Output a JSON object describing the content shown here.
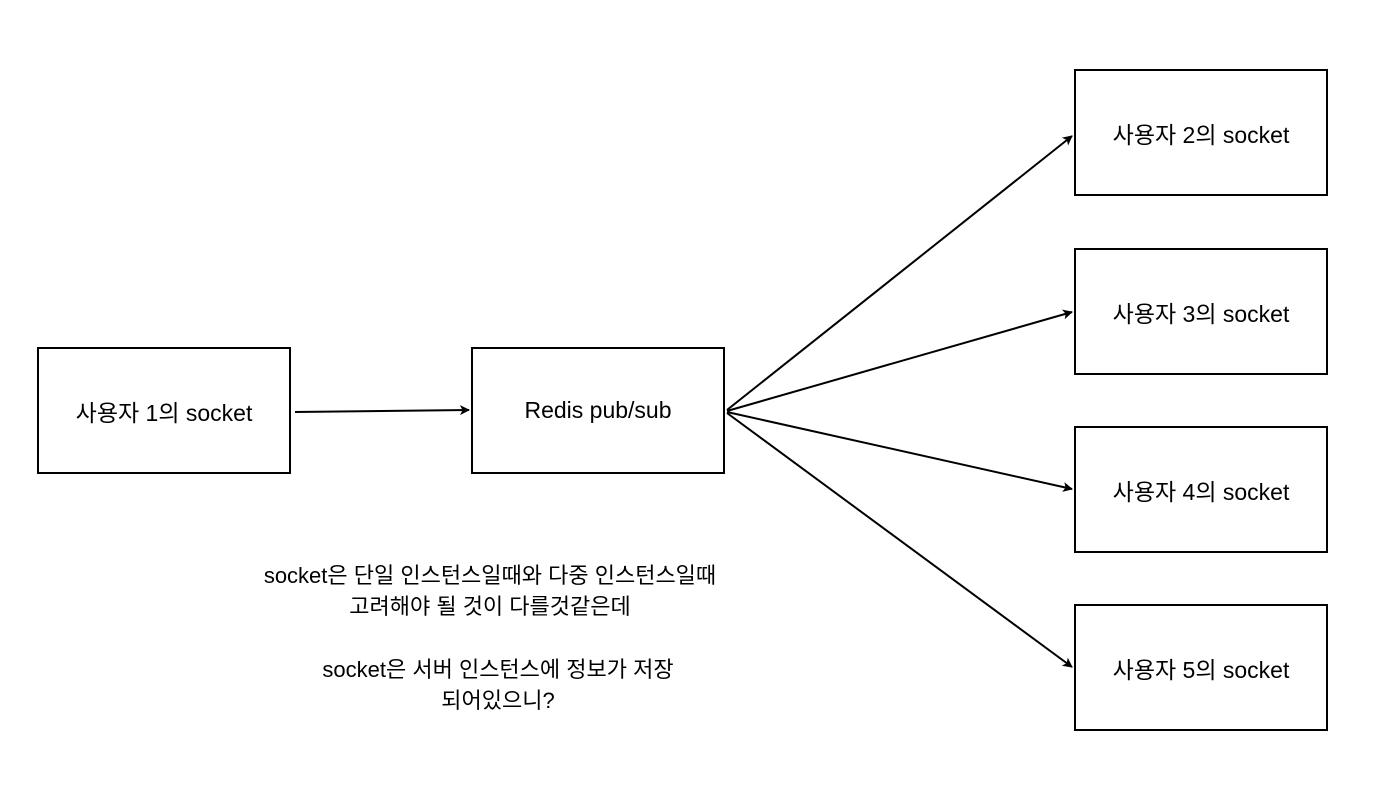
{
  "nodes": {
    "user1": "사용자 1의 socket",
    "redis": "Redis pub/sub",
    "user2": "사용자 2의 socket",
    "user3": "사용자 3의 socket",
    "user4": "사용자 4의 socket",
    "user5": "사용자 5의 socket"
  },
  "notes": {
    "note1": {
      "line1": "socket은 단일 인스턴스일때와 다중 인스턴스일때",
      "line2": "고려해야 될 것이 다를것같은데"
    },
    "note2": {
      "line1": "socket은 서버 인스턴스에 정보가 저장",
      "line2": "되어있으니?"
    }
  },
  "edges": [
    {
      "from": "user1",
      "to": "redis"
    },
    {
      "from": "redis",
      "to": "user2"
    },
    {
      "from": "redis",
      "to": "user3"
    },
    {
      "from": "redis",
      "to": "user4"
    },
    {
      "from": "redis",
      "to": "user5"
    }
  ],
  "colors": {
    "stroke": "#000000",
    "background": "#ffffff"
  }
}
